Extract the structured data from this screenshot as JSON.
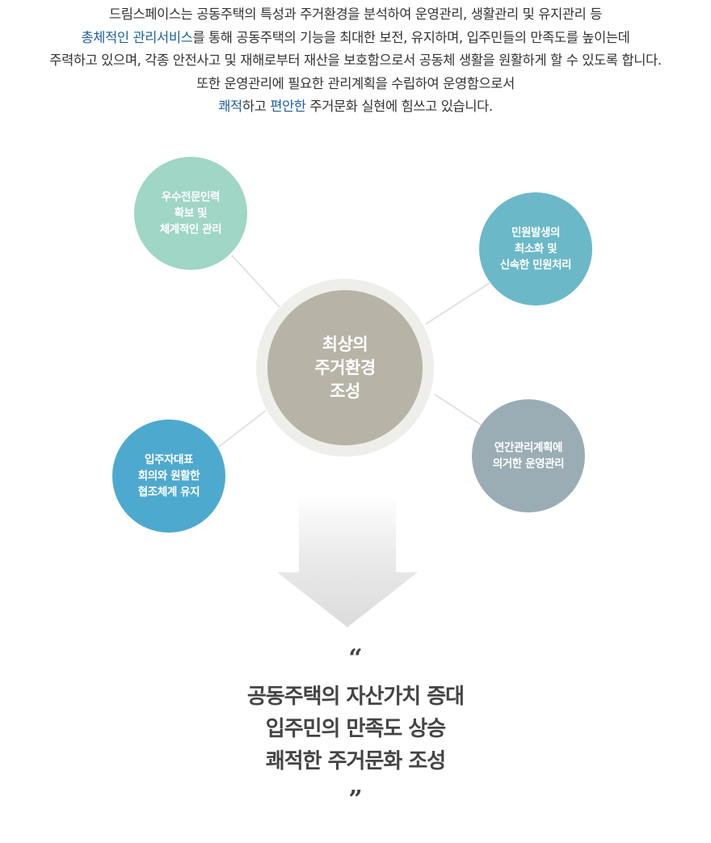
{
  "intro": {
    "line1": "드림스페이스는 공동주택의 특성과 주거환경을 분석하여 운영관리, 생활관리 및 유지관리 등",
    "line2_highlight": "총체적인 관리서비스",
    "line2_rest": "를 통해 공동주택의 기능을 최대한 보전, 유지하며, 입주민들의 만족도를 높이는데",
    "line3": "주력하고 있으며, 각종 안전사고 및 재해로부터 재산을 보호함으로서 공동체 생활을 원활하게 할 수 있도록 합니다.",
    "line4": "또한 운영관리에 필요한 관리계획을 수립하여 운영함으로서",
    "line5_hl1": "쾌적",
    "line5_mid": "하고 ",
    "line5_hl2": "편안한",
    "line5_rest": " 주거문화 실현에 힘쓰고 있습니다."
  },
  "diagram": {
    "center": "최상의\n주거환경\n조성",
    "top_left": "우수전문인력\n확보 및\n체계적인 관리",
    "top_right": "민원발생의\n최소화 및\n신속한 민원처리",
    "bottom_left": "입주자대표\n회의와 원활한\n협조체계 유지",
    "bottom_right": "연간관리계획에\n의거한 운영관리"
  },
  "quote": {
    "open": "“",
    "close": "”",
    "line1": "공동주택의 자산가치 증대",
    "line2": "입주민의 만족도 상승",
    "line3": "쾌적한 주거문화 조성"
  },
  "colors": {
    "highlight": "#1f5f9e",
    "center": "#b7b3a7",
    "top_left": "#9fd6c5",
    "top_right": "#6bb8c8",
    "bottom_left": "#4ea9cf",
    "bottom_right": "#9aadb4"
  }
}
